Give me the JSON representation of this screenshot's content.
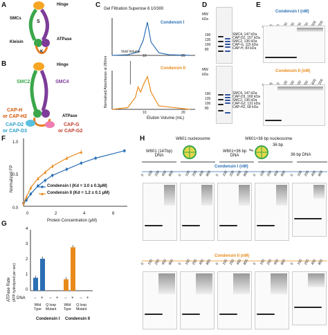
{
  "panels": {
    "A": "A",
    "B": "B",
    "C": "C",
    "D": "D",
    "E": "E",
    "F": "F",
    "G": "G",
    "H": "H"
  },
  "panelA": {
    "hinge": "Hinge",
    "smcs": "SMCs",
    "s": "S",
    "kleisin": "Kleisin",
    "atpase": "ATPase",
    "k": "K"
  },
  "panelB": {
    "hinge": "Hinge",
    "smc2": "SMC2",
    "smc4": "SMC4",
    "atpase": "ATPase",
    "caph": "CAP-H",
    "caph2": "or CAP-H2",
    "capd2": "CAP-D2",
    "capd3": "or CAP-D3",
    "capg": "CAP-G",
    "capg2": "or CAP-G2"
  },
  "panelC": {
    "title": "Gel Filtration Superose 6 10/300",
    "ylabel": "Normalised Absorbance at 280nm",
    "xlabel": "Elution Volume (mL)",
    "void": "Void Volume",
    "cond1": "Condensin I",
    "cond2": "Condensin II",
    "tick1": "10",
    "tick2": "20",
    "tick3": "10",
    "tick4": "20"
  },
  "panelD": {
    "mw1": "MW",
    "kda1": "kDa",
    "mw2": "MW",
    "kda2": "kDa",
    "markers1": [
      "190",
      "135",
      "100",
      "80"
    ],
    "bands1": [
      "SMC4, 147 kDa",
      "CAP-D2, 157 kDa",
      "SMC2, 136 kDa",
      "CAP-G, 115 kDa",
      "CAP-H, 83 kDa"
    ],
    "markers2": [
      "190",
      "135",
      "100",
      "80"
    ],
    "bands2": [
      "SMC4, 147 kDa",
      "CAP-D3, 169 kDa",
      "SMC2, 136 kDa",
      "CAP-G2, 131 kDa",
      "CAP-H2, 68 kDa"
    ]
  },
  "panelE": {
    "title1": "Condensin I (nM)",
    "title2": "Condensin II (nM)",
    "conc": [
      "0",
      "25",
      "50",
      "100",
      "200",
      "400",
      "800",
      "1600",
      "3200"
    ]
  },
  "panelF": {
    "ylabel": "Normalized FP",
    "xlabel": "Protein Concentration (μM)",
    "leg1": "Condensin I (Kd = 3.0 ± 0.3μM)",
    "leg2": "Condensin II (Kd = 1.2 ± 0.1 μM)",
    "yticks": [
      "0.0",
      "0.5",
      "1.0"
    ],
    "xticks": [
      "0",
      "2",
      "4",
      "6"
    ]
  },
  "panelG": {
    "ylabel": "ATPase Rate",
    "ylabel2": "(ATP hydrolyzed per sec)",
    "dna": "DNA",
    "minus": "−",
    "plus": "+",
    "wt": "Wild",
    "wt2": "Type",
    "ql": "Q loop",
    "ql2": "Mutant",
    "c1": "Condensin I",
    "c2": "Condensin II",
    "yticks": [
      "0",
      "1",
      "2",
      "3",
      "4"
    ]
  },
  "panelH": {
    "w601": "W601 nucleosome",
    "w601_36": "W601+36 bp nucleosome",
    "bp36": "36 bp",
    "dna147": "W601 (147bp)",
    "dna147b": "DNA",
    "w36dna": "W601+36 bp",
    "w36dna2": "DNA",
    "dna36": "36 bp DNA",
    "title1": "Condensin I (nM)",
    "title2": "Condensin II (nM)",
    "conc": [
      "0",
      "100",
      "200",
      "400",
      "800"
    ]
  },
  "chart_data": [
    {
      "type": "line",
      "title": "Gel Filtration Superose 6 10/300",
      "xlabel": "Elution Volume (mL)",
      "ylabel": "Normalised Absorbance at 280nm",
      "series": [
        {
          "name": "Condensin I",
          "x": [
            5,
            8,
            10,
            11,
            11.8,
            12.5,
            14,
            16,
            20
          ],
          "y": [
            0,
            0.02,
            0.1,
            0.45,
            1.0,
            0.4,
            0.08,
            0.02,
            0
          ]
        },
        {
          "name": "Condensin II",
          "x": [
            5,
            8,
            9.5,
            10,
            10.5,
            11,
            11.8,
            12.5,
            14,
            20
          ],
          "y": [
            0,
            0.05,
            0.35,
            0.65,
            0.5,
            0.7,
            0.95,
            0.5,
            0.1,
            0
          ]
        }
      ]
    },
    {
      "type": "line",
      "xlabel": "Protein Concentration (μM)",
      "ylabel": "Normalized FP",
      "ylim": [
        0,
        1.1
      ],
      "series": [
        {
          "name": "Condensin I",
          "x": [
            0,
            0.2,
            0.5,
            1,
            1.5,
            2,
            3,
            4,
            5,
            7
          ],
          "y": [
            0.05,
            0.1,
            0.2,
            0.33,
            0.42,
            0.5,
            0.6,
            0.7,
            0.78,
            0.9
          ]
        },
        {
          "name": "Condensin II",
          "x": [
            0,
            0.2,
            0.5,
            1,
            1.5,
            2,
            3,
            4
          ],
          "y": [
            0.05,
            0.15,
            0.3,
            0.45,
            0.55,
            0.65,
            0.78,
            0.88
          ]
        }
      ]
    },
    {
      "type": "bar",
      "ylabel": "ATPase Rate (ATP hydrolyzed per sec)",
      "ylim": [
        0,
        4
      ],
      "categories": [
        "CI WT -DNA",
        "CI WT +DNA",
        "CI QL -DNA",
        "CI QL +DNA",
        "CII WT -DNA",
        "CII WT +DNA",
        "CII QL -DNA",
        "CII QL +DNA"
      ],
      "values": [
        0.85,
        2.1,
        0,
        0,
        0.75,
        2.85,
        0,
        0
      ],
      "colors": [
        "#2b6fb4",
        "#2b6fb4",
        "#2b6fb4",
        "#2b6fb4",
        "#e88a1a",
        "#e88a1a",
        "#e88a1a",
        "#e88a1a"
      ]
    }
  ]
}
